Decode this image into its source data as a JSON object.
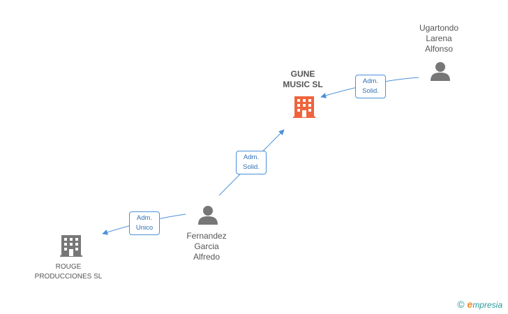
{
  "nodes": {
    "gune": {
      "label": "GUNE\nMUSIC SL",
      "type": "company",
      "color": "#f0643c"
    },
    "rouge": {
      "label": "ROUGE\nPRODUCCIONES SL",
      "type": "company",
      "color": "#777777"
    },
    "ugartondo": {
      "label": "Ugartondo\nLarena\nAlfonso",
      "type": "person",
      "color": "#777777"
    },
    "fernandez": {
      "label": "Fernandez\nGarcia\nAlfredo",
      "type": "person",
      "color": "#777777"
    }
  },
  "edges": {
    "ugartondo_gune": {
      "label": "Adm.\nSolid."
    },
    "fernandez_gune": {
      "label": "Adm.\nSolid."
    },
    "fernandez_rouge": {
      "label": "Adm.\nUnico"
    }
  },
  "colors": {
    "edge": "#4a90d9"
  },
  "brand": {
    "symbol": "©",
    "initial": "e",
    "name": "mpresia"
  }
}
